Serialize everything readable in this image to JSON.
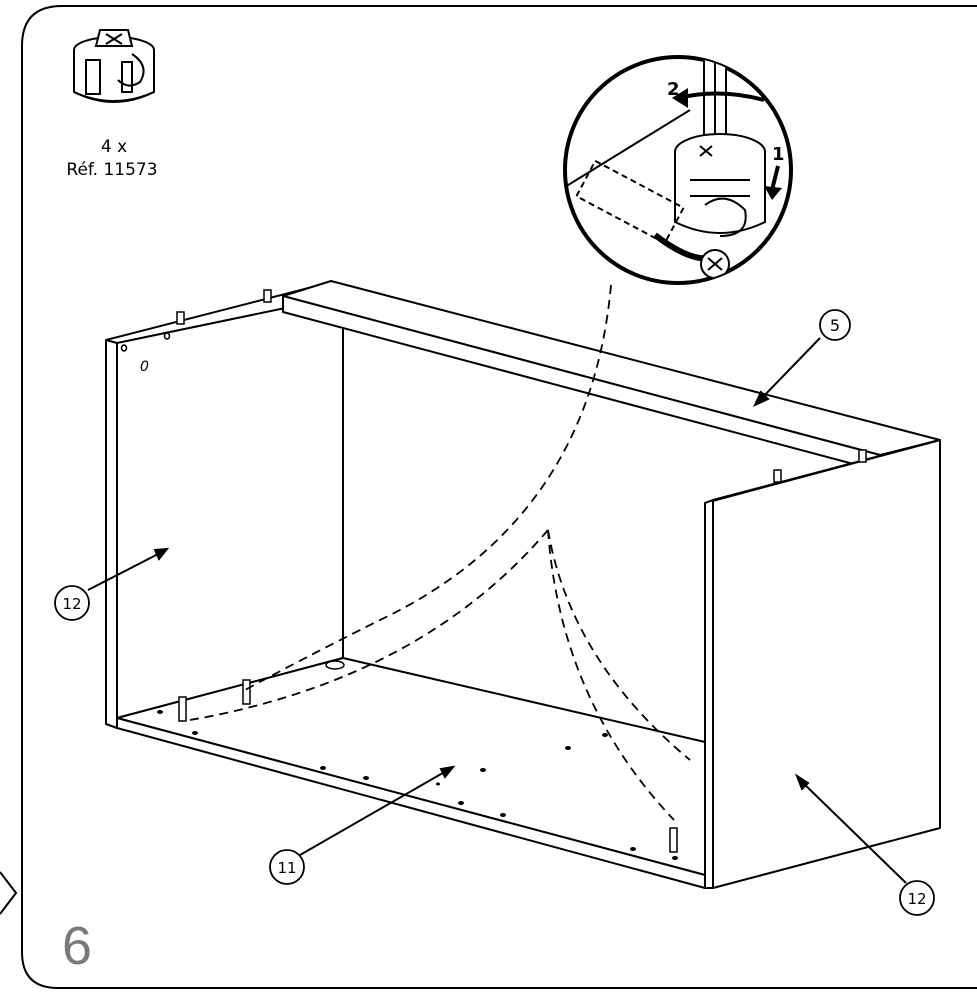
{
  "step_number": "6",
  "hardware": {
    "quantity": "4 x",
    "reference": "Réf. 11573",
    "icon": "cam-lock-connector-icon"
  },
  "detail_inset": {
    "step1": "1",
    "step2": "2"
  },
  "callouts": {
    "top_panel": "5",
    "bottom_panel": "11",
    "left_side": "12",
    "right_side": "12"
  },
  "side_mark": "0"
}
